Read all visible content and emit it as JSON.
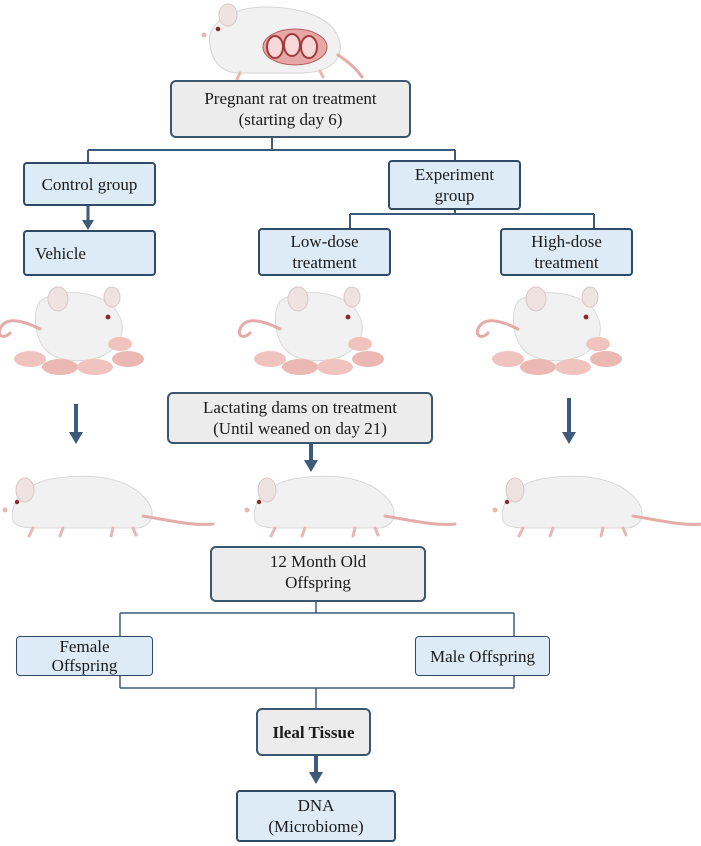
{
  "nodes": {
    "pregnant": "Pregnant rat on treatment\n(starting day 6)",
    "control": "Control group",
    "experiment": "Experiment\ngroup",
    "vehicle": "Vehicle",
    "low_dose": "Low-dose\ntreatment",
    "high_dose": "High-dose\ntreatment",
    "lactating": "Lactating dams on treatment\n(Until weaned on day 21)",
    "offspring12": "12 Month Old\nOffspring",
    "female": "Female\nOffspring",
    "male": "Male Offspring",
    "ileal": "Ileal Tissue",
    "dna": "DNA\n(Microbiome)"
  },
  "colors": {
    "connector": "#3d5a7a",
    "arrow": "#3d5a7a",
    "gray_box": "#ececec",
    "blue_box": "#dcebf5",
    "rat_body": "#f1f1f1",
    "rat_pink": "#e8b7b4"
  },
  "icons": [
    "pregnant-rat-icon",
    "rat-with-pups-icon",
    "adult-rat-icon"
  ]
}
